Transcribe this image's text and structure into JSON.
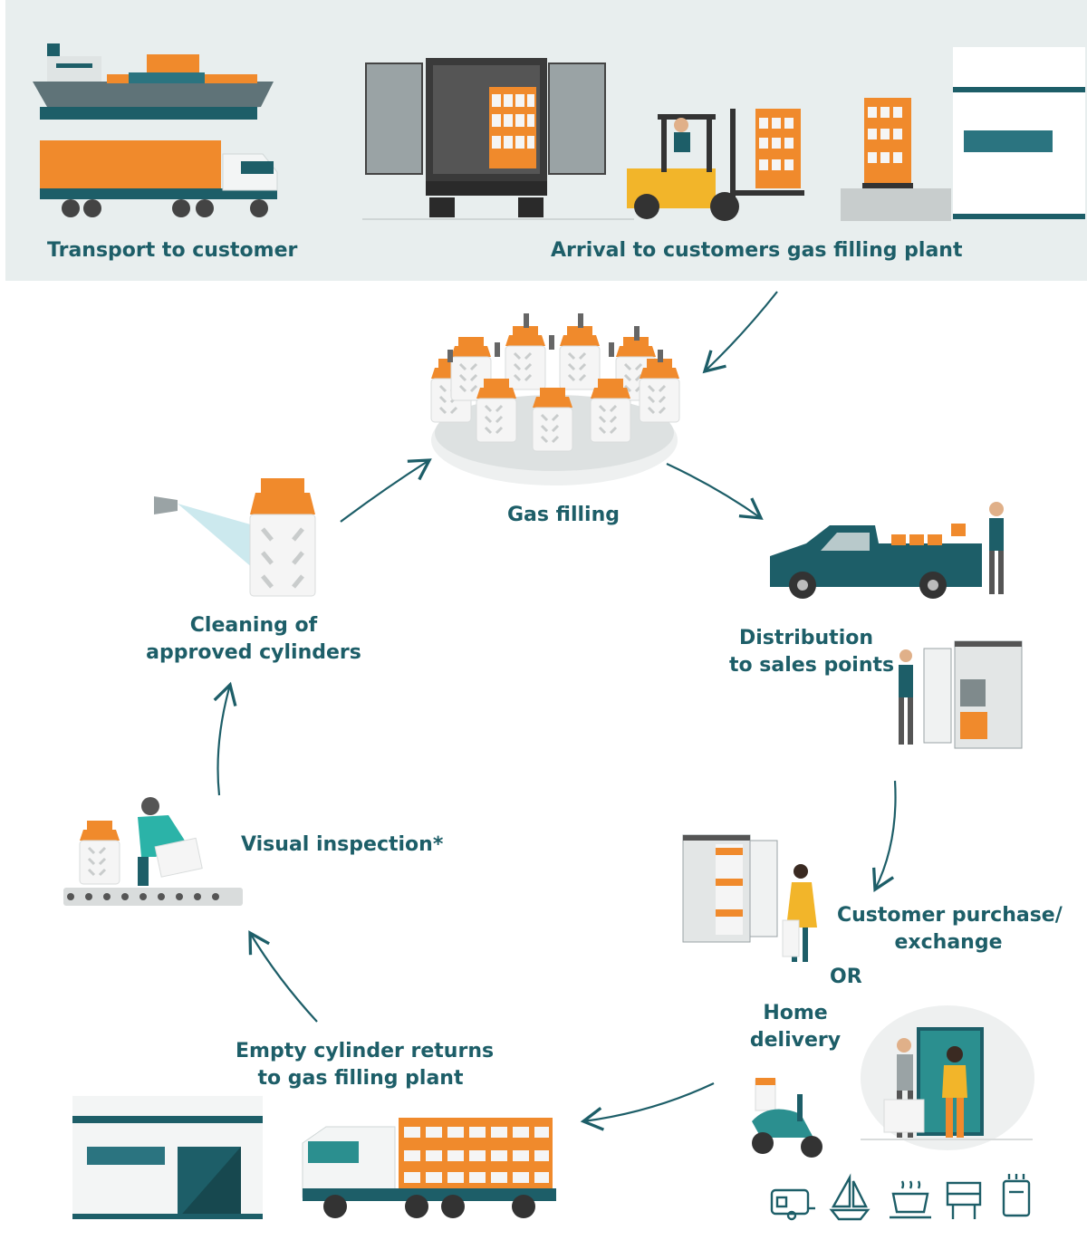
{
  "colors": {
    "teal": "#1d5e68",
    "orange": "#f08a2c",
    "banner_bg": "#e8eeee",
    "light_grey": "#d9dcdc",
    "mid_grey": "#9aa3a5"
  },
  "labels": {
    "transport": "Transport to customer",
    "arrival": "Arrival to customers gas filling plant",
    "gas_filling": "Gas filling",
    "distribution_line1": "Distribution",
    "distribution_line2": "to sales points",
    "purchase_line1": "Customer purchase/",
    "purchase_line2": "exchange",
    "or": "OR",
    "home_line1": "Home",
    "home_line2": "delivery",
    "returns_line1": "Empty cylinder returns",
    "returns_line2": "to gas filling plant",
    "inspection": "Visual inspection*",
    "cleaning_line1": "Cleaning of",
    "cleaning_line2": "approved cylinders"
  },
  "icons": [
    "ship-icon",
    "truck-icon",
    "forklift-icon",
    "warehouse-icon",
    "carousel-icon",
    "pickup-icon",
    "cabinet-icon",
    "scooter-icon",
    "caravan-icon",
    "sailboat-icon",
    "stove-icon",
    "grill-icon",
    "heater-icon",
    "spray-icon",
    "conveyor-icon"
  ]
}
